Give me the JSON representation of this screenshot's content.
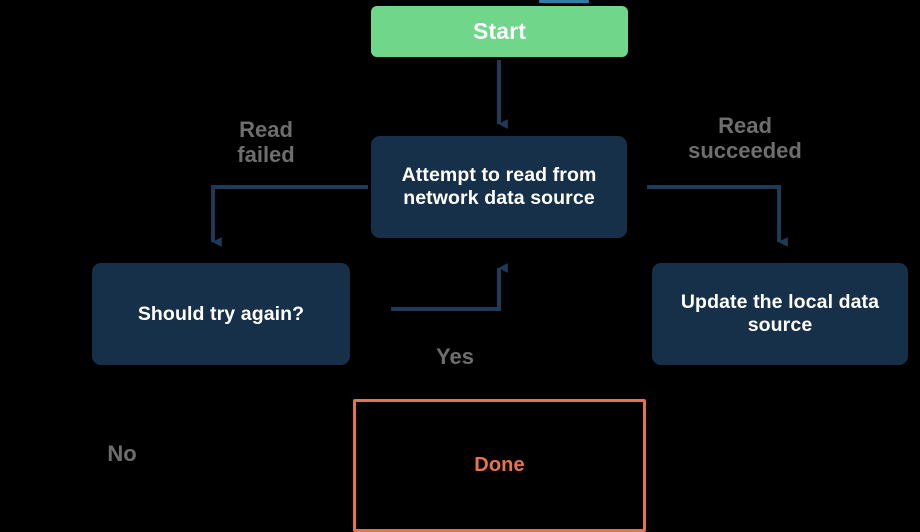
{
  "diagram": {
    "title": "Network read retry flowchart",
    "background_color": "#000000",
    "palette": {
      "terminator_start_fill": "#6fd68a",
      "process_fill": "#17304a",
      "connector_stroke": "#1d3b57",
      "edge_label_color": "#6e6e6e",
      "done_stroke": "#e8724a",
      "node_text_color": "#ffffff"
    },
    "nodes": [
      {
        "id": "start",
        "label": "Start",
        "shape": "rounded-rect",
        "role": "terminator"
      },
      {
        "id": "attempt",
        "label": "Attempt to read from\nnetwork data source",
        "shape": "rounded-rect",
        "role": "process"
      },
      {
        "id": "retry",
        "label": "Should try again?",
        "shape": "rounded-rect",
        "role": "decision"
      },
      {
        "id": "update",
        "label": "Update the local data\nsource",
        "shape": "rounded-rect",
        "role": "process"
      },
      {
        "id": "done",
        "label": "Done",
        "shape": "rect-outline",
        "role": "terminator"
      }
    ],
    "edges": [
      {
        "id": "start-to-attempt",
        "from": "start",
        "to": "attempt",
        "label": "",
        "direction": "down"
      },
      {
        "id": "attempt-to-retry",
        "from": "attempt",
        "to": "retry",
        "label": "Read\nfailed",
        "direction": "left-then-down"
      },
      {
        "id": "attempt-to-update",
        "from": "attempt",
        "to": "update",
        "label": "Read\nsucceeded",
        "direction": "right-then-down"
      },
      {
        "id": "retry-to-attempt",
        "from": "retry",
        "to": "attempt",
        "label": "Yes",
        "direction": "right-then-up"
      },
      {
        "id": "retry-to-done",
        "from": "retry",
        "to": "done",
        "label": "No",
        "direction": "down"
      }
    ],
    "labels": {
      "read_failed": "Read\nfailed",
      "read_succeeded": "Read\nsucceeded",
      "yes": "Yes",
      "no": "No"
    }
  }
}
